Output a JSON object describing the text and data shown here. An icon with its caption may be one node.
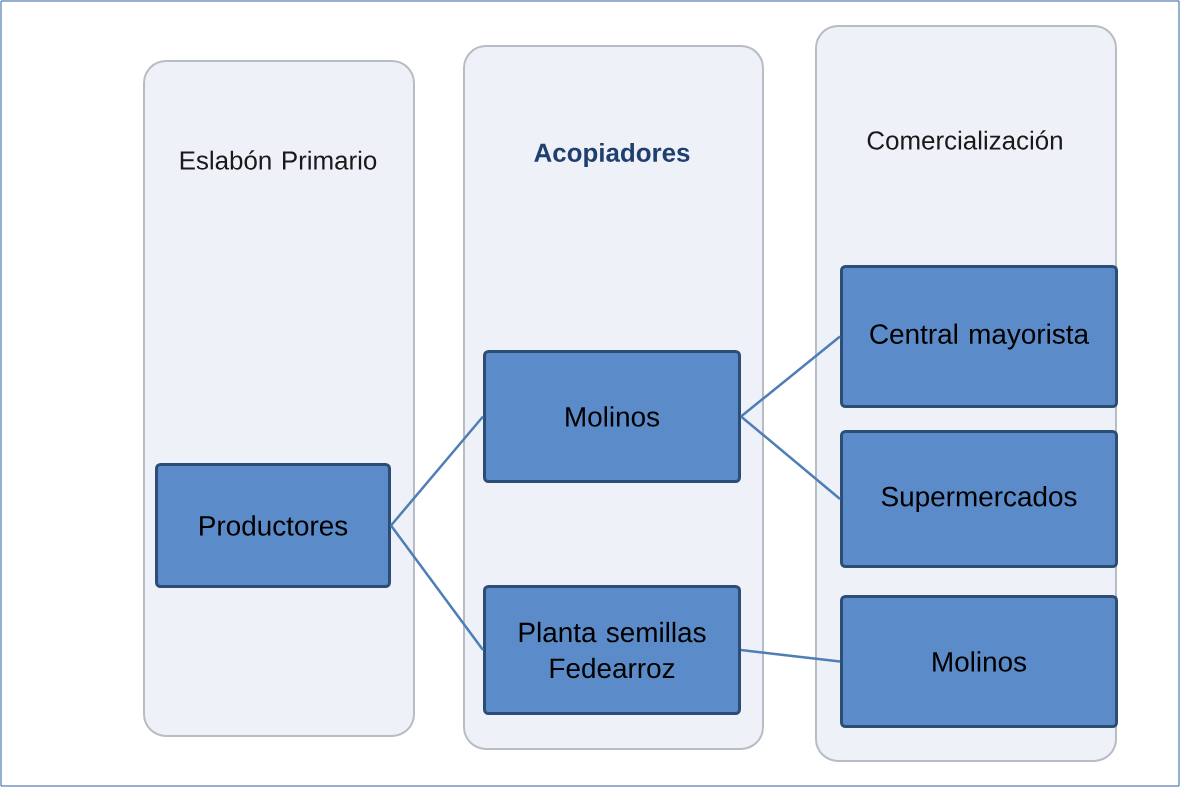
{
  "diagram": {
    "nodes": [
      {
        "text": [
          "Eslabón Primario"
        ]
      },
      {
        "text": [
          "Acopiadores"
        ]
      },
      {
        "text": [
          "Comercialización"
        ]
      },
      {
        "text": [
          "Productores"
        ],
        "in": 0
      },
      {
        "text": [
          "Molinos"
        ],
        "in": 1
      },
      {
        "text": [
          "Planta semillas Fedearroz"
        ],
        "in": 1
      },
      {
        "text": [
          "Central mayorista"
        ],
        "in": 2
      },
      {
        "text": [
          "Supermercados"
        ],
        "in": 2
      },
      {
        "text": [
          "Molinos"
        ],
        "in": 2
      }
    ],
    "edges": [
      {
        "from": 3,
        "to": 4,
        "arrow": "none"
      },
      {
        "from": 3,
        "to": 5,
        "arrow": "none"
      },
      {
        "from": 4,
        "to": 6,
        "arrow": "none"
      },
      {
        "from": 4,
        "to": 7,
        "arrow": "none"
      },
      {
        "from": 5,
        "to": 8,
        "arrow": "none"
      }
    ]
  }
}
